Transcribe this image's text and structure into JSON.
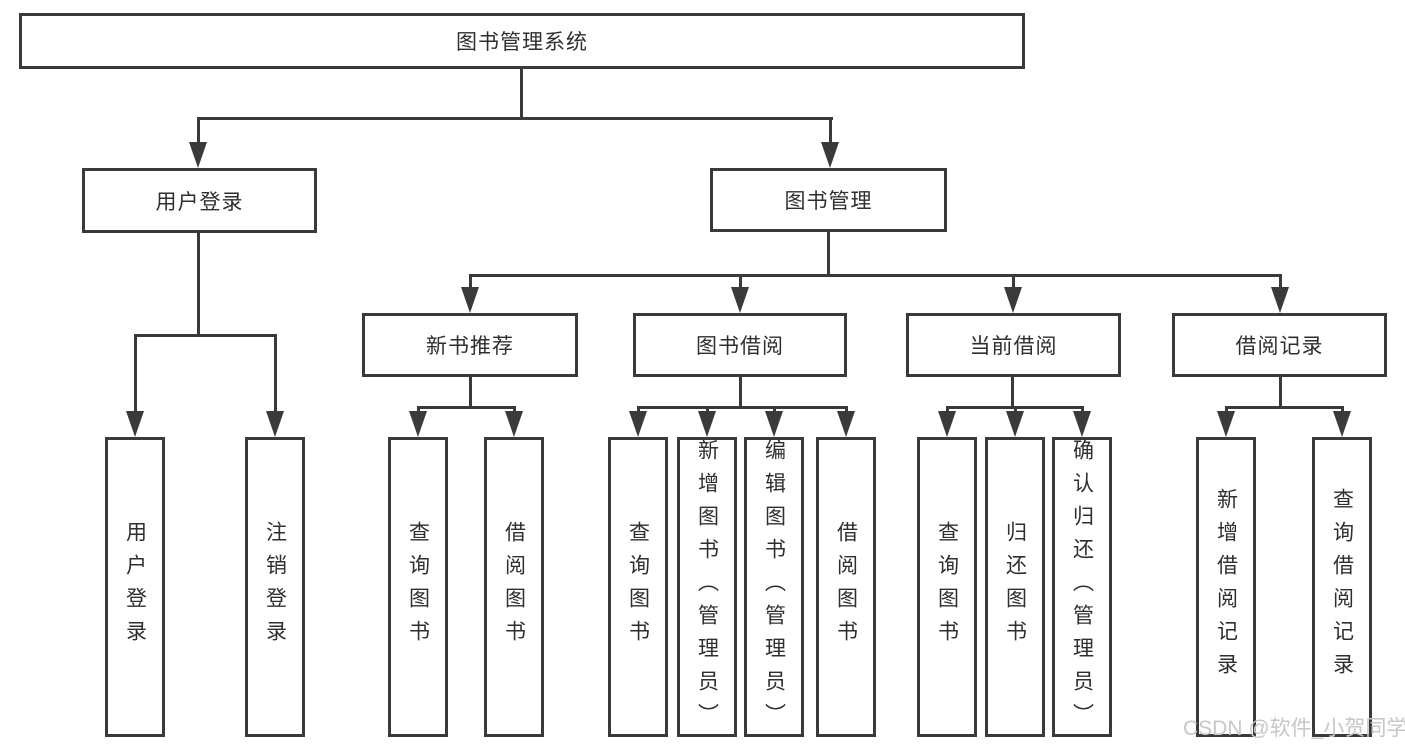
{
  "diagram": {
    "root": {
      "label": "图书管理系统"
    },
    "branches": [
      {
        "label": "用户登录",
        "children": [
          "用户登录",
          "注销登录"
        ]
      },
      {
        "label": "图书管理",
        "sub": [
          {
            "label": "新书推荐",
            "children": [
              "查询图书",
              "借阅图书"
            ]
          },
          {
            "label": "图书借阅",
            "children": [
              "查询图书",
              "新增图书（管理员）",
              "编辑图书（管理员）",
              "借阅图书"
            ]
          },
          {
            "label": "当前借阅",
            "children": [
              "查询图书",
              "归还图书",
              "确认归还（管理员）"
            ]
          },
          {
            "label": "借阅记录",
            "children": [
              "新增借阅记录",
              "查询借阅记录"
            ]
          }
        ]
      }
    ]
  },
  "watermark": {
    "text": "CSDN @软件_小贺同学"
  },
  "colors": {
    "line": "#3a3a3a",
    "text": "#2f2f2f",
    "watermark": "#c7c7c7",
    "background": "#ffffff"
  }
}
